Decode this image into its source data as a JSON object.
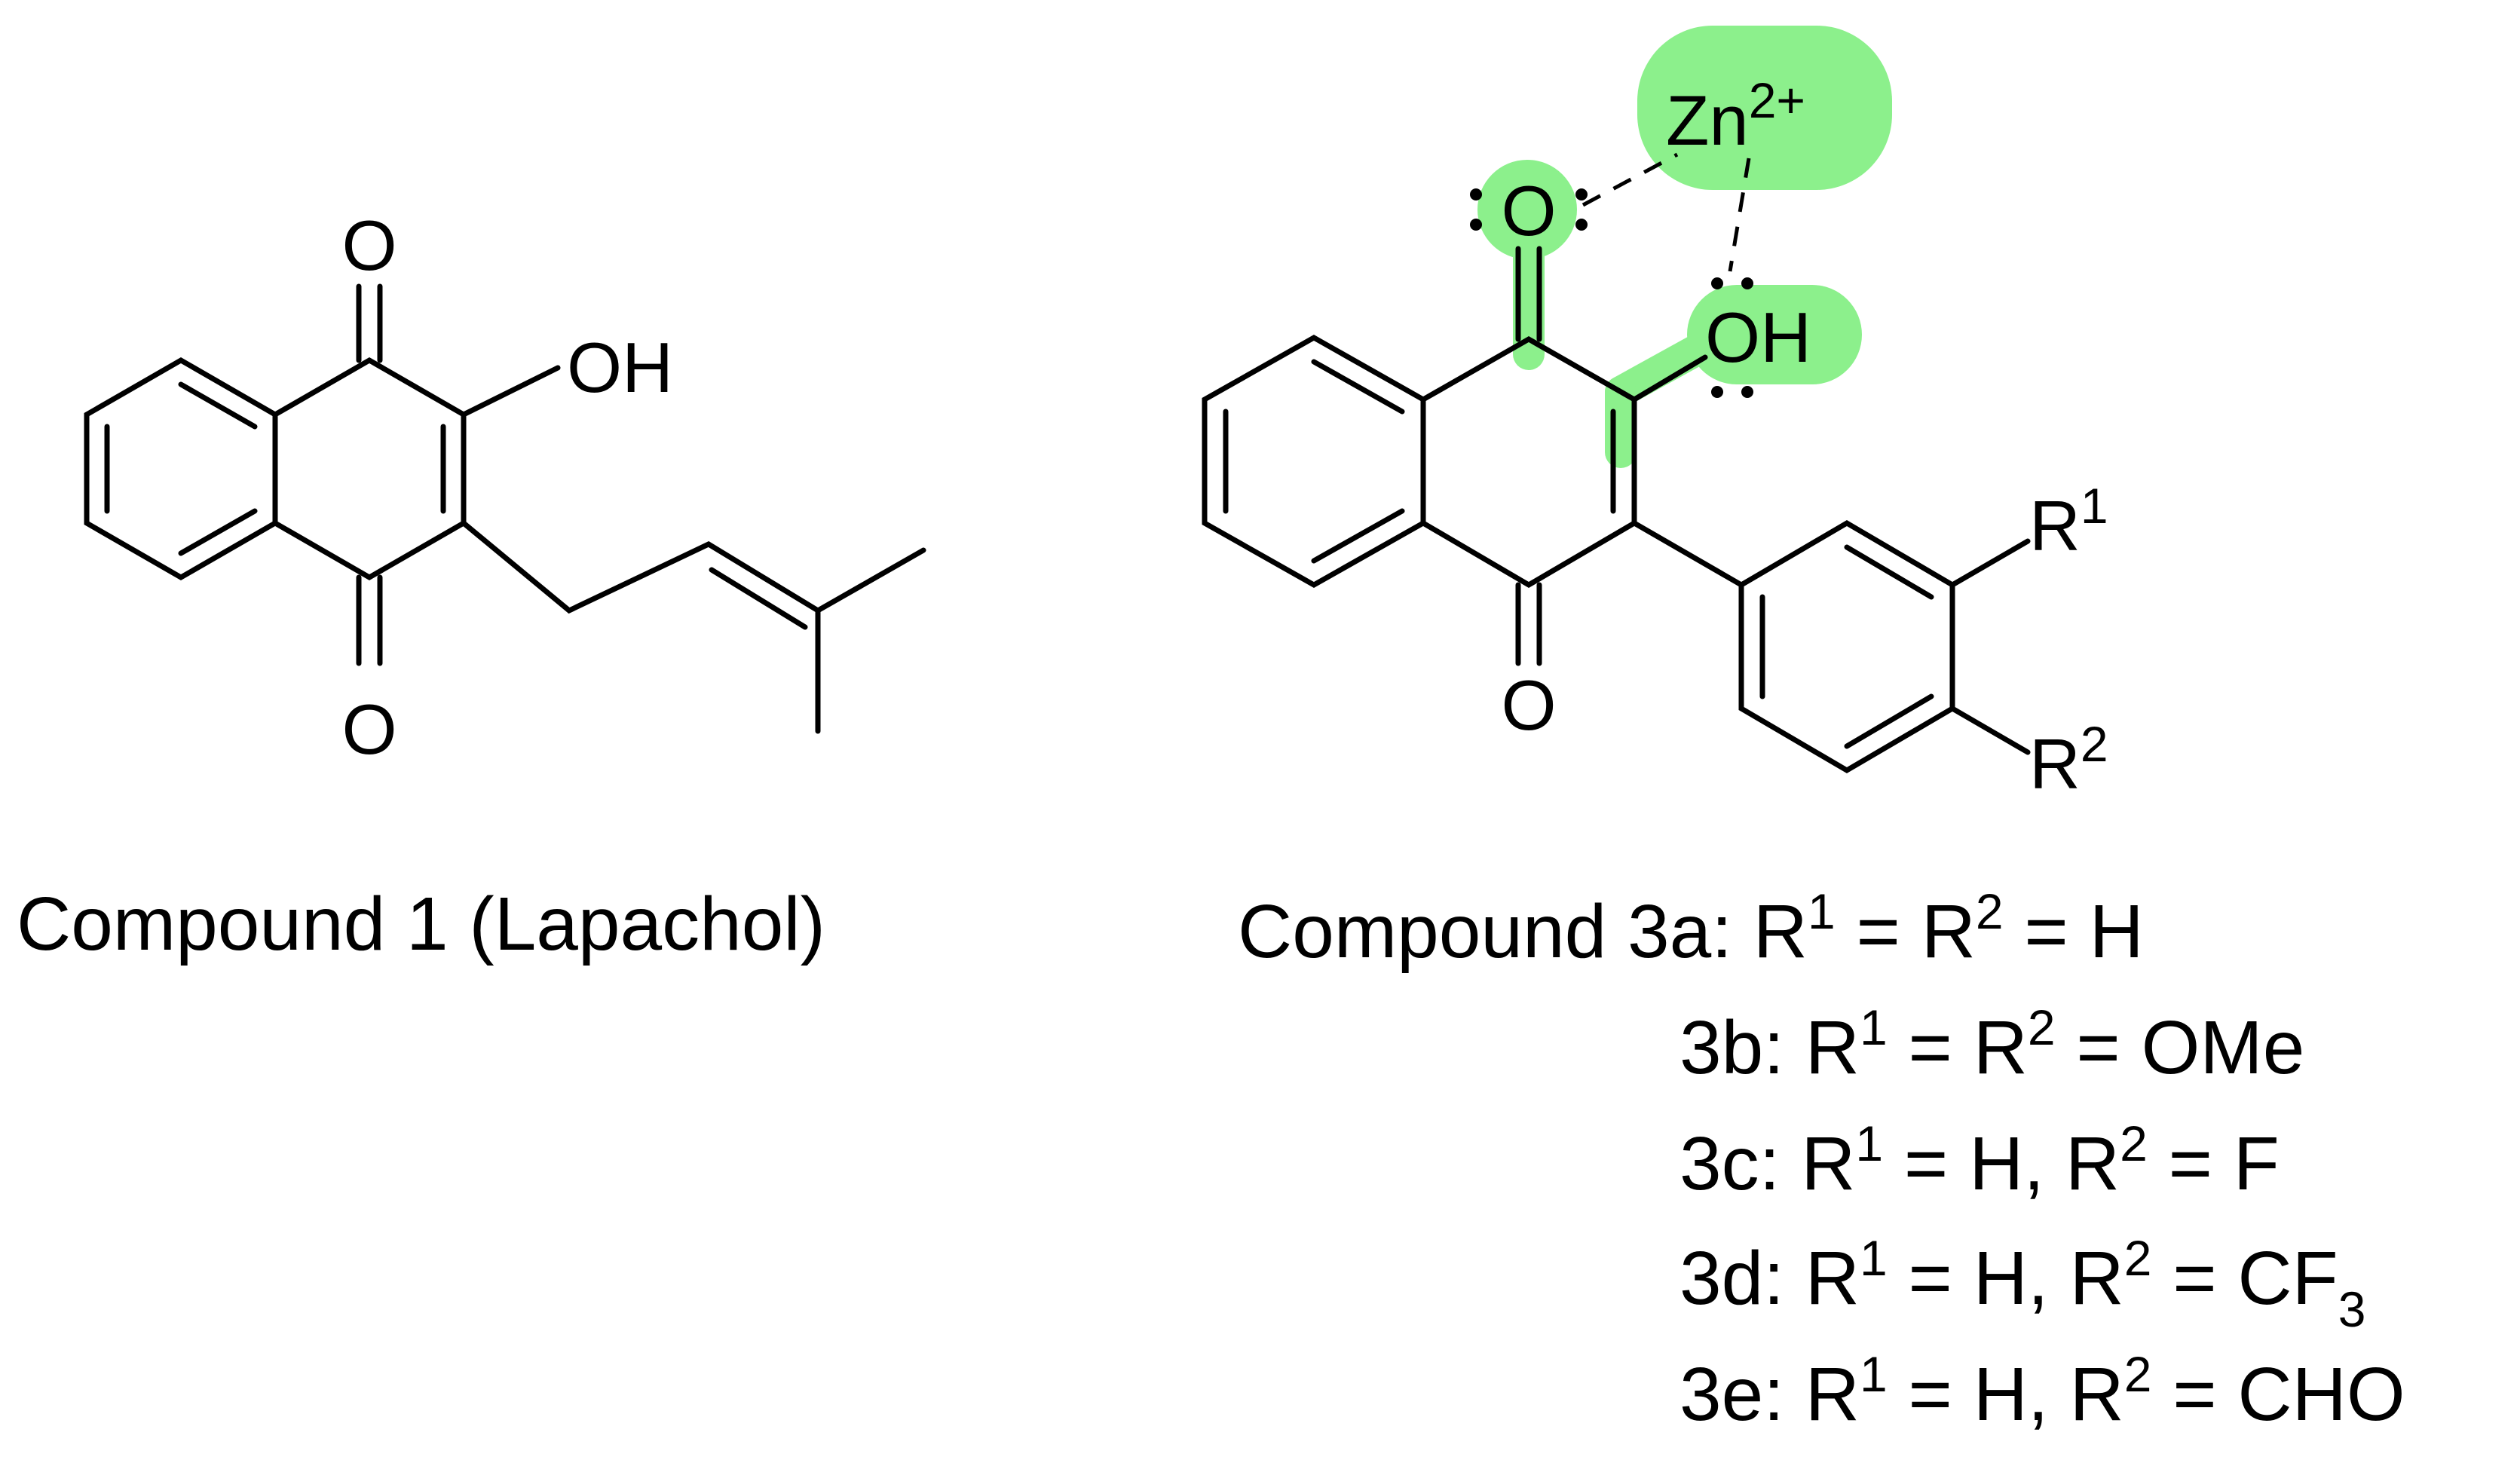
{
  "colors": {
    "highlight": "#8cf08c",
    "ink": "#000000",
    "background": "#ffffff"
  },
  "compound1": {
    "atoms": {
      "o_top": "O",
      "o_bottom": "O",
      "oh": "OH"
    },
    "caption": "Compound 1 (Lapachol)"
  },
  "compound3": {
    "atoms": {
      "zn": "Zn",
      "zn_charge": "2+",
      "o_top": "O",
      "oh": "OH",
      "o_bottom": "O",
      "r_label": "R",
      "r1_sup": "1",
      "r2_sup": "2"
    },
    "caption_prefix": "Compound ",
    "variants": [
      {
        "id": "3a:",
        "r1": "1",
        "mid": " = R",
        "r2": "2",
        "rest": " = H"
      },
      {
        "id": "3b:",
        "r1": "1",
        "mid": " = R",
        "r2": "2",
        "rest": " = OMe"
      },
      {
        "id": "3c:",
        "r1": "1",
        "mid": " = H, R",
        "r2": "2",
        "rest": " = F"
      },
      {
        "id": "3d:",
        "r1": "1",
        "mid": " = H, R",
        "r2": "2",
        "rest": " = CF",
        "sub": "3"
      },
      {
        "id": "3e:",
        "r1": "1",
        "mid": " = H, R",
        "r2": "2",
        "rest": " = CHO"
      }
    ]
  }
}
